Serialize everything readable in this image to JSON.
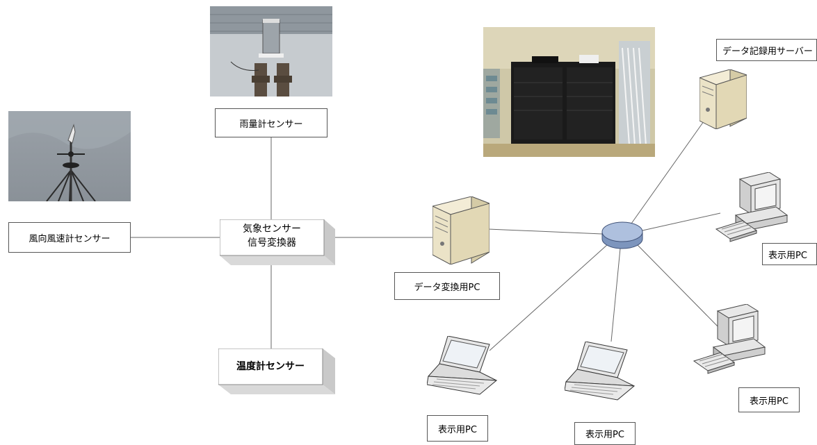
{
  "labels": {
    "anemometer": "風向風速計センサー",
    "rain_gauge": "雨量計センサー",
    "converter_line1": "気象センサー",
    "converter_line2": "信号変換器",
    "thermometer": "温度計センサー",
    "data_pc": "データ変換用PC",
    "server": "データ記録用サーバー",
    "display_pc_right_top": "表示用PC",
    "display_pc_right_bottom": "表示用PC",
    "display_pc_laptop_left": "表示用PC",
    "display_pc_laptop_center": "表示用PC"
  },
  "icons": {
    "server": "server-tower-icon",
    "data_pc": "pc-tower-icon",
    "hub": "network-hub-icon",
    "desktop": "desktop-computer-icon",
    "laptop": "laptop-icon"
  },
  "colors": {
    "line": "#555555",
    "hub_fill": "#9fb4d4",
    "tower_fill": "#f1ead3",
    "screen": "#d7e2ef"
  }
}
